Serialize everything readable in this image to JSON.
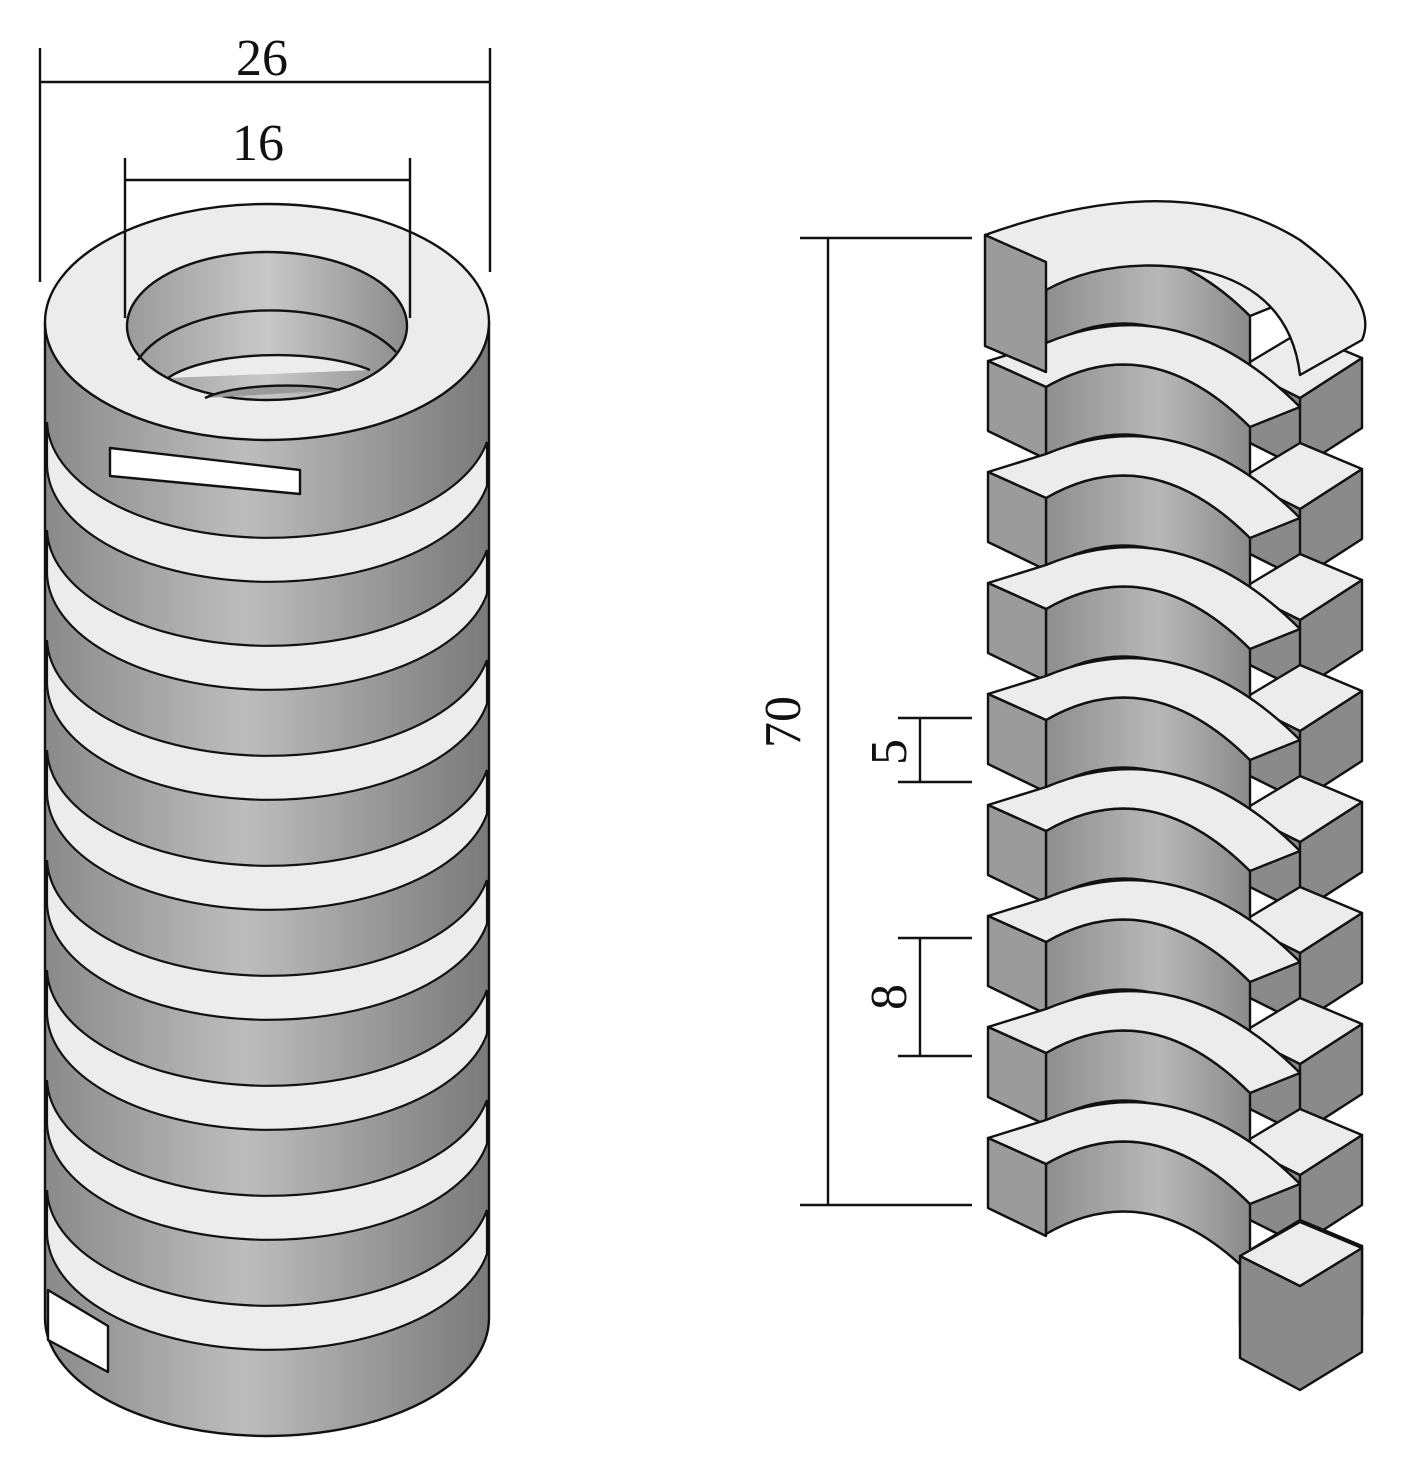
{
  "dimensions": {
    "outer_diameter": "26",
    "inner_diameter": "16",
    "total_length": "70",
    "gap_width": "5",
    "pitch": "8"
  },
  "colors": {
    "background": "#ffffff",
    "line": "#111111",
    "top_face": "#ececec",
    "body_light": "#b4b4b4",
    "body_dark": "#7a7a7a",
    "block_side": "#8a8a8a",
    "block_front": "#9b9b9b"
  }
}
